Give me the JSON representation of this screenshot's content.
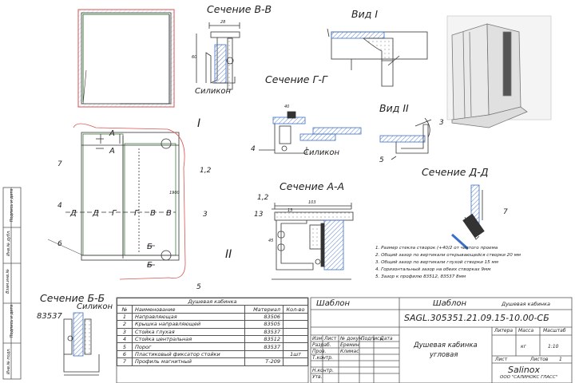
{
  "titles": {
    "section_vv": "Сечение В-В",
    "view_1": "Вид I",
    "section_gg": "Сечение Г-Г",
    "view_2": "Вид II",
    "section_dd": "Сечение Д-Д",
    "section_aa": "Сечение А-А",
    "section_bb": "Сечение Б-Б"
  },
  "labels": {
    "silicone_1": "Силикон",
    "silicone_2": "Силикон",
    "silicone_3": "Силикон",
    "profile_83537": "83537",
    "mark_I": "I",
    "mark_II": "II",
    "mark_A_top": "A",
    "mark_A_bottom": "A",
    "mark_B_top": "Б",
    "mark_B_bottom": "Б",
    "mark_D1": "Д",
    "mark_D2": "Д",
    "mark_G1": "Г",
    "mark_G2": "Г",
    "mark_V1": "В",
    "mark_V2": "В",
    "lead_7_front": "7",
    "lead_4_front": "4",
    "lead_6_front": "6",
    "lead_12_front": "1,2",
    "lead_3_front": "3",
    "lead_5_front": "5",
    "lead_4_gg": "4",
    "lead_3_v2": "3",
    "lead_5_v2": "5",
    "lead_12_aa": "1,2",
    "lead_13_aa": "13",
    "lead_7_dd": "7"
  },
  "notes": [
    "1. Размер стекла створок (+40/2 от чистого проема",
    "2. Общий зазор по вертикали открывающейся створки 20 мм",
    "3. Общий зазор по вертикали глухой створки 15 мм",
    "4. Горизонтальный зазор на обеих створках 9мм",
    "5. Зазор к профилю 83512, 83537 8мм"
  ],
  "bom": {
    "title": "Душевая кабинка",
    "headers": [
      "№",
      "Наименование",
      "Материал",
      "Кол-во"
    ],
    "rows": [
      {
        "num": "1",
        "name": "Направляющая",
        "material": "83506",
        "qty": ""
      },
      {
        "num": "2",
        "name": "Крышка направляющей",
        "material": "83505",
        "qty": ""
      },
      {
        "num": "3",
        "name": "Стойка глухая",
        "material": "83537",
        "qty": ""
      },
      {
        "num": "4",
        "name": "Стойка центральная",
        "material": "83512",
        "qty": ""
      },
      {
        "num": "5",
        "name": "Порог",
        "material": "83537",
        "qty": ""
      },
      {
        "num": "6",
        "name": "Пластиковый фиксатор стойки",
        "material": "",
        "qty": "1шт"
      },
      {
        "num": "7",
        "name": "Профиль магнитный",
        "material": "Т-209",
        "qty": ""
      }
    ]
  },
  "title_block": {
    "template_1": "Шаблон",
    "template_2": "Шаблон",
    "product_short": "Душевая кабинка",
    "code": "SAGL.305351.21.09.15-10.00-СБ",
    "product_name_1": "Душевая кабинка",
    "product_name_2": "угловая",
    "col_headers": [
      "Изм",
      "Лист",
      "№ докум.",
      "Подпись",
      "Дата"
    ],
    "roles": [
      "Разраб.",
      "Пров.",
      "Т.контр.",
      "Н.контр.",
      "Утв."
    ],
    "people": [
      "Еремин",
      "Климас",
      "",
      "",
      ""
    ],
    "letter_label": "Литера",
    "mass_label": "Масса",
    "scale_label": "Масштаб",
    "mass_value": "кг",
    "scale_value": "1:10",
    "sheet_label": "Лист",
    "sheets_label": "Листов",
    "sheets_value": "1",
    "company": "Salinox",
    "company_sub": "ООО \"САЛИНОКС ГЛАСС\""
  },
  "side_stamp": [
    "Подпись и дата",
    "Инв.№ дубл.",
    "Взам.инв.№",
    "Подпись и дата",
    "Инв.№ подл."
  ],
  "dims": {
    "vv_width": "28",
    "vv_height": "60",
    "aa_width": "103",
    "aa_height": "45",
    "front_height": "1900",
    "gg_width": "40",
    "aa_depth": "13"
  },
  "colors": {
    "line": "#333333",
    "red_outline": "#d9534f",
    "hatch_blue": "#3b6fc9",
    "frame_green": "#3a7d3a"
  }
}
